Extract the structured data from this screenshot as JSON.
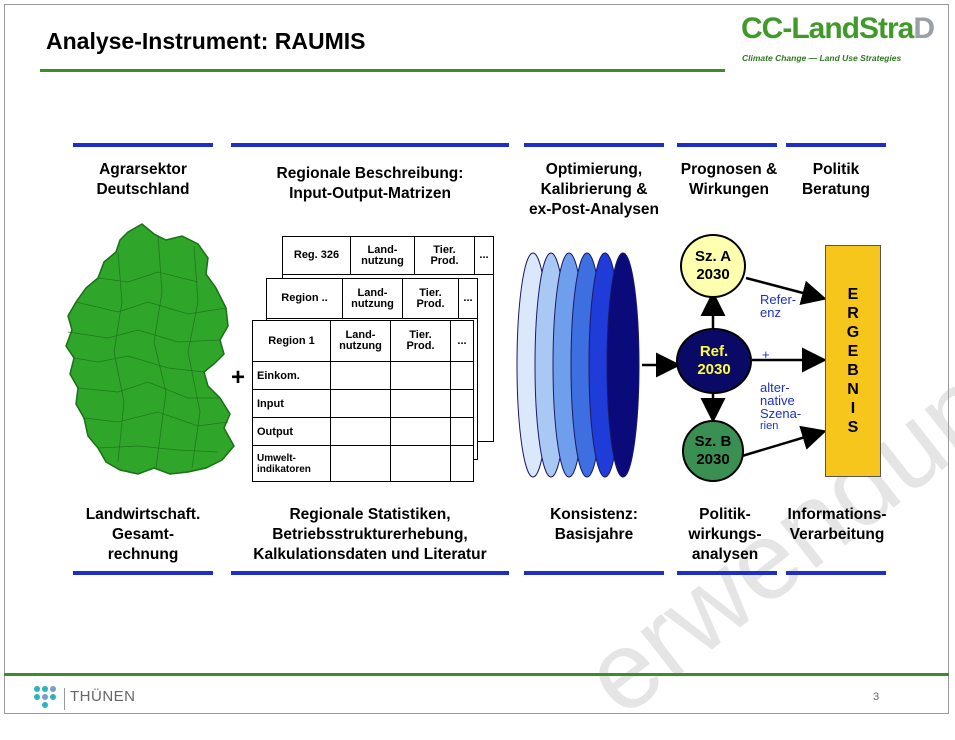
{
  "slide": {
    "title": "Analyse-Instrument: RAUMIS",
    "logo": {
      "main": "CC-LandStra",
      "tail": "D",
      "sub": "Climate Change — Land Use Strategies"
    },
    "page_number": "3",
    "footer_brand": "THÜNEN",
    "watermark": "erwendung"
  },
  "columns": {
    "agrar": {
      "header_lines": [
        "Agrarsektor",
        "Deutschland"
      ],
      "footer_lines": [
        "Landwirtschaft.",
        "Gesamt-",
        "rechnung"
      ]
    },
    "regional": {
      "header_lines": [
        "Regionale Beschreibung:",
        "Input-Output-Matrizen"
      ],
      "footer_lines": [
        "Regionale Statistiken,",
        "Betriebsstrukturerhebung,",
        "Kalkulationsdaten und Literatur"
      ]
    },
    "optim": {
      "header_lines": [
        "Optimierung,",
        "Kalibrierung &",
        "ex-Post-Analysen"
      ],
      "footer_lines": [
        "Konsistenz:",
        "Basisjahre"
      ]
    },
    "prognosen": {
      "header_lines": [
        "Prognosen &",
        "Wirkungen"
      ],
      "footer_lines": [
        "Politik-",
        "wirkungs-",
        "analysen"
      ]
    },
    "politik": {
      "header_lines": [
        "Politik",
        "Beratung"
      ],
      "footer_lines": [
        "Informations-",
        "Verarbeitung"
      ]
    }
  },
  "matrix": {
    "plus": "+",
    "back": {
      "region": "Reg. 326",
      "c1": [
        "Land-",
        "nutzung"
      ],
      "c2": [
        "Tier.",
        "Prod."
      ],
      "c3": "..."
    },
    "mid": {
      "region": "Region ..",
      "c1": [
        "Land-",
        "nutzung"
      ],
      "c2": [
        "Tier.",
        "Prod."
      ],
      "c3": "..."
    },
    "front": {
      "region": "Region 1",
      "c1": [
        "Land-",
        "nutzung"
      ],
      "c2": [
        "Tier.",
        "Prod."
      ],
      "c3": "...",
      "rows": [
        "Einkom.",
        "Input",
        "Output"
      ],
      "last_row": [
        "Umwelt-",
        "indikatoren"
      ]
    }
  },
  "scenarios": {
    "a": {
      "line1": "Sz. A",
      "line2": "2030",
      "fill": "#ffffb0"
    },
    "ref": {
      "line1": "Ref.",
      "line2": "2030",
      "fill": "#0a0a66",
      "text_color": "#ffff33"
    },
    "b": {
      "line1": "Sz. B",
      "line2": "2030",
      "fill": "#3a8f52"
    }
  },
  "annotations": {
    "referenz": [
      "Refer-",
      "enz"
    ],
    "plus": "+",
    "alternative": [
      "alter-",
      "native",
      "Szena-",
      "rien"
    ]
  },
  "ergebnis_letters": [
    "E",
    "R",
    "G",
    "E",
    "B",
    "N",
    "I",
    "S"
  ],
  "colors": {
    "accent_green": "#3b8d2b",
    "bar_blue": "#1c2fc9",
    "map_green": "#2fa52a",
    "ergebnis_yellow": "#f7c61c"
  },
  "ellipse_fills": [
    "#dbe8fb",
    "#a9c9f4",
    "#6f9fec",
    "#3d6fe0",
    "#1f3cd8",
    "#0a0a7a"
  ]
}
